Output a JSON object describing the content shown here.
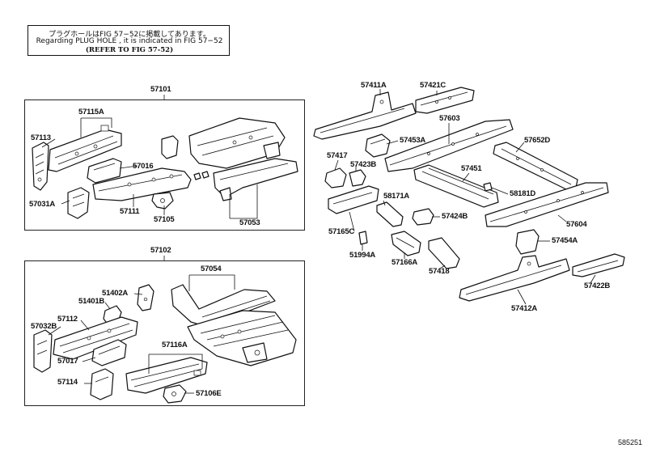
{
  "note": {
    "line1": "プラグホールはFIG 57−52に掲載してあります。",
    "line2": "Regarding  PLUG HOLE , it is indicated in FIG 57−52",
    "line3": "(REFER TO FIG 57-52)"
  },
  "figure_id": "585251",
  "groups": {
    "upper": "57101",
    "lower": "57102"
  },
  "labels": {
    "l57115A": "57115A",
    "l57113": "57113",
    "l57016": "57016",
    "l57031A": "57031A",
    "l57111": "57111",
    "l57105": "57105",
    "l57053": "57053",
    "l57054": "57054",
    "l51402A": "51402A",
    "l51401B": "51401B",
    "l57112": "57112",
    "l57032B": "57032B",
    "l57017": "57017",
    "l57114": "57114",
    "l57116A": "57116A",
    "l57106E": "57106E",
    "l57411A": "57411A",
    "l57421C": "57421C",
    "l57603": "57603",
    "l57453A": "57453A",
    "l57652D": "57652D",
    "l57417": "57417",
    "l57423B": "57423B",
    "l57451": "57451",
    "l58181D": "58181D",
    "l58171A": "58171A",
    "l57424B": "57424B",
    "l57604": "57604",
    "l57165C": "57165C",
    "l57454A": "57454A",
    "l51994A": "51994A",
    "l57166A": "57166A",
    "l57418": "57418",
    "l57422B": "57422B",
    "l57412A": "57412A"
  }
}
